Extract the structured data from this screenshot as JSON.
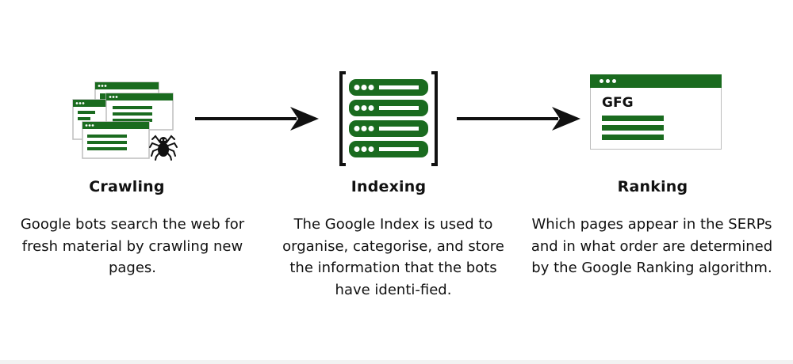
{
  "colors": {
    "accent_green": "#1a6b1f",
    "dark": "#111111",
    "frame_gray": "#bdbdbd"
  },
  "steps": [
    {
      "icon": "crawling-spider-pages-icon",
      "title": "Crawling",
      "description": "Google bots search the web for fresh material by crawling new pages."
    },
    {
      "icon": "server-index-icon",
      "title": "Indexing",
      "description": "The Google Index is used to organise, categorise, and store the information that the bots have identi-fied."
    },
    {
      "icon": "ranked-page-icon",
      "title": "Ranking",
      "description": "Which pages appear in the SERPs and in what order are determined by the Google Ranking algorithm.",
      "page_label": "GFG"
    }
  ]
}
